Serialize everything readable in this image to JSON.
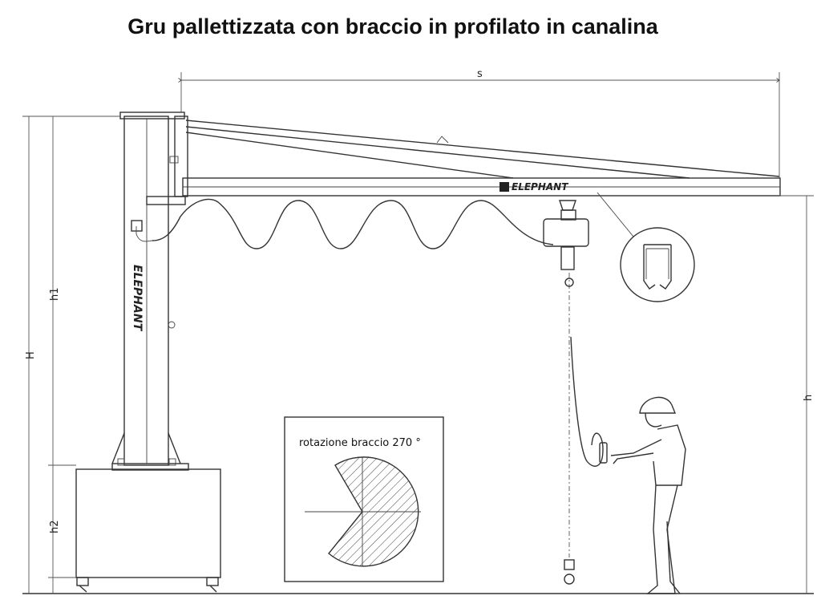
{
  "title": "Gru pallettizzata con braccio in profilato in canalina",
  "dimensions": {
    "s": "s",
    "H": "H",
    "h1": "h1",
    "h2": "h2",
    "h": "h"
  },
  "rotation_label": "rotazione braccio 270 °",
  "brand_arm": "ELEPHANT",
  "brand_column": "ELEPHANT"
}
